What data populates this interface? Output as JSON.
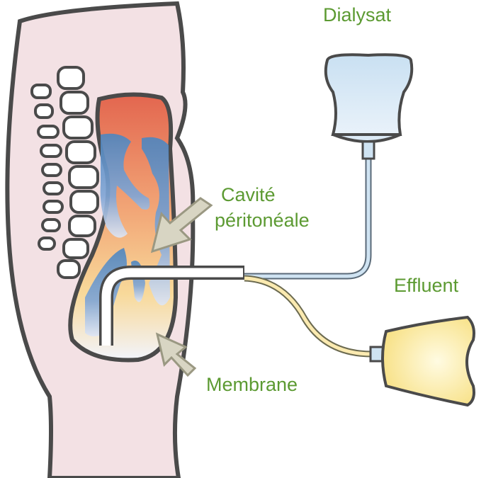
{
  "labels": {
    "dialysate": "Dialysat",
    "cavity_line1": "Cavité",
    "cavity_line2": "péritonéale",
    "effluent": "Effluent",
    "membrane": "Membrane"
  },
  "colors": {
    "label_green": "#5c9a32",
    "body_pink": "#f3e1e4",
    "outline": "#4a4a4a",
    "blood_red": "#e3664f",
    "dialysate_blue": "#b8d6ee",
    "effluent_yellow": "#fbe89a",
    "arrow_fill": "#d8d5c3"
  }
}
